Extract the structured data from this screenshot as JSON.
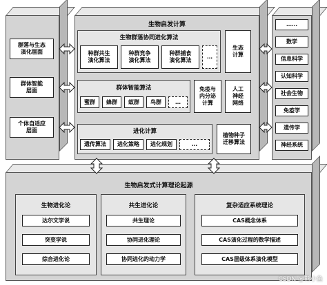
{
  "left": {
    "items": [
      "群落与生态\n演化层面",
      "群体智能\n层面",
      "个体自适应\n层面"
    ]
  },
  "center": {
    "title": "生物启发计算",
    "community": {
      "title": "生物群落协同进化算法",
      "boxes": [
        "种群共生\n演化算法",
        "种群竞争\n演化算法",
        "种群捕食\n演化算法",
        "…"
      ]
    },
    "ecology_label": "生态\n计算",
    "swarm": {
      "title": "群体智能算法",
      "boxes": [
        "蜜群",
        "蜂群",
        "蚁群",
        "鸟群",
        "…"
      ]
    },
    "immune_label": "免疫与\n内分泌\n计算",
    "ann_label": "人工\n神经\n网络",
    "evo": {
      "title": "进化计算",
      "boxes": [
        "遗传算法",
        "进化策略",
        "进化规划",
        "…"
      ]
    },
    "plant_label": "植物种子\n迁移算法"
  },
  "right": {
    "items": [
      "……",
      "数学",
      "信息科学",
      "认知科学",
      "社会生物",
      "免疫学",
      "遗传学",
      "神经系统"
    ]
  },
  "bottom": {
    "title": "生物启发式计算理论起源",
    "columns": [
      {
        "title": "生物进化论",
        "items": [
          "达尔文学说",
          "突变学说",
          "综合进化论"
        ]
      },
      {
        "title": "共生进化论",
        "items": [
          "共生理论",
          "协同进化理论",
          "协同进化的动力学"
        ]
      },
      {
        "title": "复杂适应系统理论",
        "items": [
          "CAS概念体系",
          "CAS演化过程的数学描述",
          "CAS层级体系演化模型"
        ]
      }
    ]
  },
  "watermark": "CSDN @熊小鱼"
}
